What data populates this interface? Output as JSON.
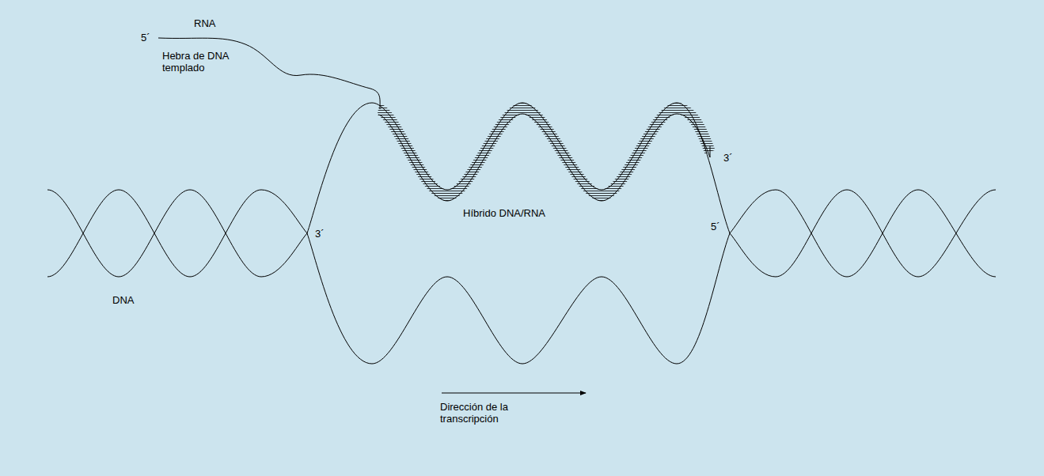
{
  "diagram": {
    "labels": [
      "5´",
      "RNA",
      "Hebra de DNA templado",
      "3´",
      "Híbrido DNA/RNA",
      "3´",
      "5´",
      "DNA",
      "Dirección de la transcripción"
    ]
  }
}
